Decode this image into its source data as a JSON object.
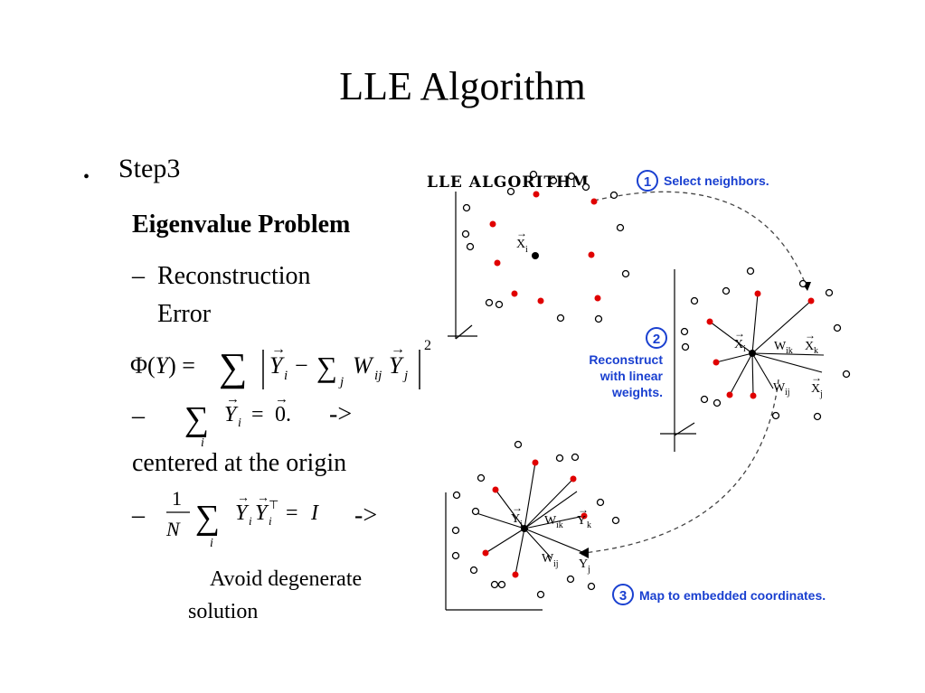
{
  "slide": {
    "title": "LLE Algorithm",
    "bullet": "Step3",
    "heading": "Eigenvalue Problem",
    "sub1_line1": "Reconstruction",
    "sub1_line2": "Error",
    "dash": "–",
    "arrow": "->",
    "centered_text": "centered at the origin",
    "avoid_line1": "Avoid degenerate",
    "avoid_line2": "solution"
  },
  "figure": {
    "title": "LLE ALGORITHM",
    "step1": {
      "num": "1",
      "text": "Select neighbors."
    },
    "step2": {
      "num": "2",
      "line1": "Reconstruct",
      "line2": "with linear",
      "line3": "weights."
    },
    "step3": {
      "num": "3",
      "text": "Map to embedded coordinates."
    },
    "labels": {
      "Xi": "X",
      "Xi_sub": "i",
      "Wik": "W",
      "Wik_sub": "ik",
      "Xk": "X",
      "Xk_sub": "k",
      "Wij": "W",
      "Wij_sub": "ij",
      "Xj": "X",
      "Xj_sub": "j",
      "Yi": "Y",
      "Yi_sub": "i",
      "Yk": "Y",
      "Yk_sub": "k",
      "Yj": "Y",
      "Yj_sub": "j"
    },
    "accent_color": "#1a40d0",
    "neighbor_color": "#e00000"
  }
}
